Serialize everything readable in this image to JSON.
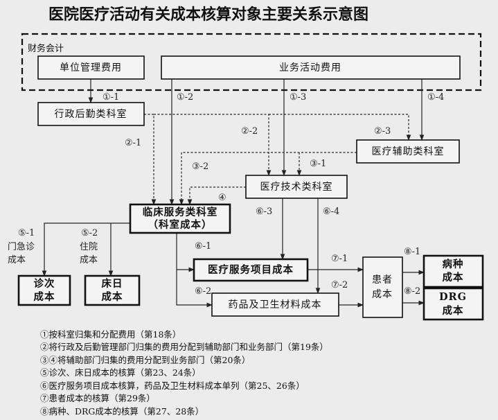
{
  "title": "医院医疗活动有关成本核算对象主要关系示意图",
  "group_label": "财务会计",
  "nodes": {
    "unit_mgmt": "单位管理费用",
    "business": "业务活动费用",
    "admin_dept": "行政后勤类科室",
    "aux_dept": "医疗辅助类科室",
    "tech_dept": "医疗技术类科室",
    "clinical_line1": "临床服务类科室",
    "clinical_line2": "（科室成本）",
    "visit_line1": "诊次",
    "visit_line2": "成本",
    "bedday_line1": "床日",
    "bedday_line2": "成本",
    "service_item": "医疗服务项目成本",
    "drug": "药品及卫生材料成本",
    "patient_line1": "患者",
    "patient_line2": "成本",
    "disease_line1": "病种",
    "disease_line2": "成本",
    "drg_line1": "DRG",
    "drg_line2": "成本"
  },
  "steps": {
    "s1_1": "①-1",
    "s1_2": "①-2",
    "s1_3": "①-3",
    "s1_4": "①-4",
    "s2_1": "②-1",
    "s2_2": "②-2",
    "s2_3": "②-3",
    "s3_1": "③-1",
    "s3_2": "③-2",
    "s4": "④",
    "s5_1": "⑤-1",
    "s5_2": "⑤-2",
    "s6_1": "⑥-1",
    "s6_2": "⑥-2",
    "s6_3": "⑥-3",
    "s6_4": "⑥-4",
    "s7_1": "⑦-1",
    "s7_2": "⑦-2",
    "s8_1": "⑧-1",
    "s8_2": "⑧-2"
  },
  "side_labels": {
    "outpatient_line1": "门急诊",
    "outpatient_line2": "成本",
    "inpatient_line1": "住院",
    "inpatient_line2": "成本"
  },
  "legend": [
    "①按科室归集和分配费用（第18条）",
    "②将行政及后勤管理部门归集的费用分配到辅助部门和业务部门（第19条）",
    "③④将辅助部门归集的费用分配到业务部门（第20条）",
    "⑤诊次、床日成本的核算（第23、24条）",
    "⑥医疗服务项目成本核算，药品及卫生材料成本单列（第25、26条）",
    "⑦患者成本的核算（第29条）",
    "⑧病种、DRG成本的核算（第27、28条）"
  ]
}
